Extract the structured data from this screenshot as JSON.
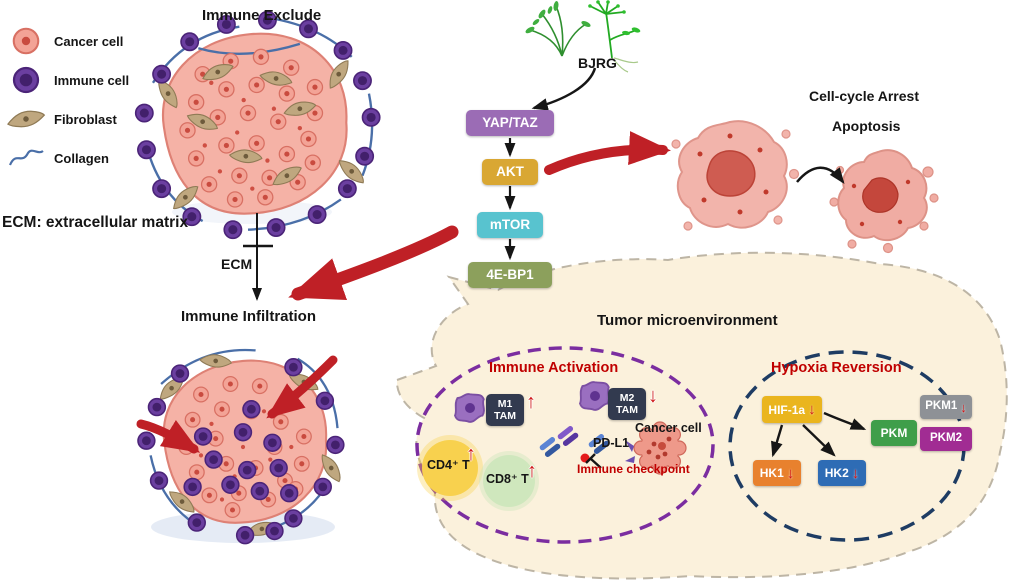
{
  "icons": {
    "up_arrow": "↑",
    "down_arrow": "↓"
  },
  "legend": {
    "items": [
      {
        "label": "Cancer cell"
      },
      {
        "label": "Immune cell"
      },
      {
        "label": "Fibroblast"
      },
      {
        "label": "Collagen"
      }
    ]
  },
  "left_panel": {
    "immune_exclude_title": "Immune Exclude",
    "ecm_definition": "ECM: extracellular matrix",
    "ecm_label": "ECM",
    "immune_infiltration_title": "Immune Infiltration"
  },
  "pathway": {
    "herb_label": "BJRG",
    "nodes": [
      {
        "label": "YAP/TAZ",
        "color": "#9b6cb5"
      },
      {
        "label": "AKT",
        "color": "#d9a733"
      },
      {
        "label": "mTOR",
        "color": "#58c3cf"
      },
      {
        "label": "4E-BP1",
        "color": "#8ca05c"
      }
    ]
  },
  "outcomes": {
    "cell_cycle_arrest": "Cell-cycle Arrest",
    "apoptosis": "Apoptosis"
  },
  "tme": {
    "title": "Tumor microenvironment",
    "immune_activation": {
      "title": "Immune Activation",
      "m1_tam": "M1\nTAM",
      "m2_tam": "M2\nTAM",
      "cancer_cell_label": "Cancer cell",
      "cd4_label": "CD4⁺ T",
      "cd8_label": "CD8⁺ T",
      "pdl1_label": "PD-L1",
      "checkpoint_label": "Immune checkpoint",
      "colors": {
        "tam_box": "#323a4f"
      }
    },
    "hypoxia": {
      "title": "Hypoxia Reversion",
      "hif_label": "HIF-1a",
      "hk1_label": "HK1",
      "hk2_label": "HK2",
      "pkm_label": "PKM",
      "pkm1_label": "PKM1",
      "pkm2_label": "PKM2",
      "colors": {
        "hif": "#eab51e",
        "hk1": "#e8812e",
        "hk2": "#2e6cb5",
        "pkm": "#3f9e4a",
        "pkm1": "#8e9196",
        "pkm2": "#a12c93"
      }
    }
  }
}
